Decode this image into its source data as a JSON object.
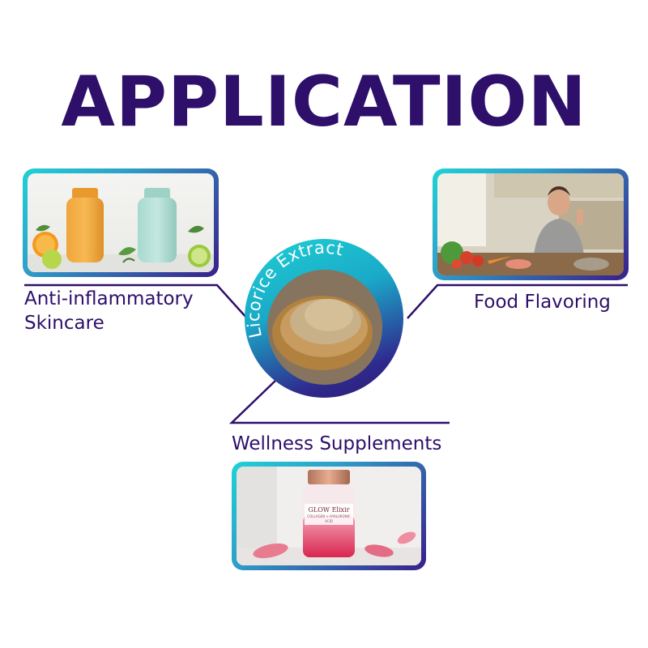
{
  "title": "APPLICATION",
  "center": {
    "label": "Licorice Extract"
  },
  "applications": [
    {
      "label_line1": "Anti-inflammatory",
      "label_line2": "Skincare"
    },
    {
      "label": "Food Flavoring"
    },
    {
      "label": "Wellness Supplements"
    }
  ],
  "product_label": {
    "brand": "GLOW Elixir",
    "sub": "COLLAGEN + HYALURONIC ACID"
  },
  "colors": {
    "title": "#2e0f6a",
    "line": "#2e0f6a",
    "gradient_start": "#1fd2d6",
    "gradient_end": "#3a1e8a"
  }
}
